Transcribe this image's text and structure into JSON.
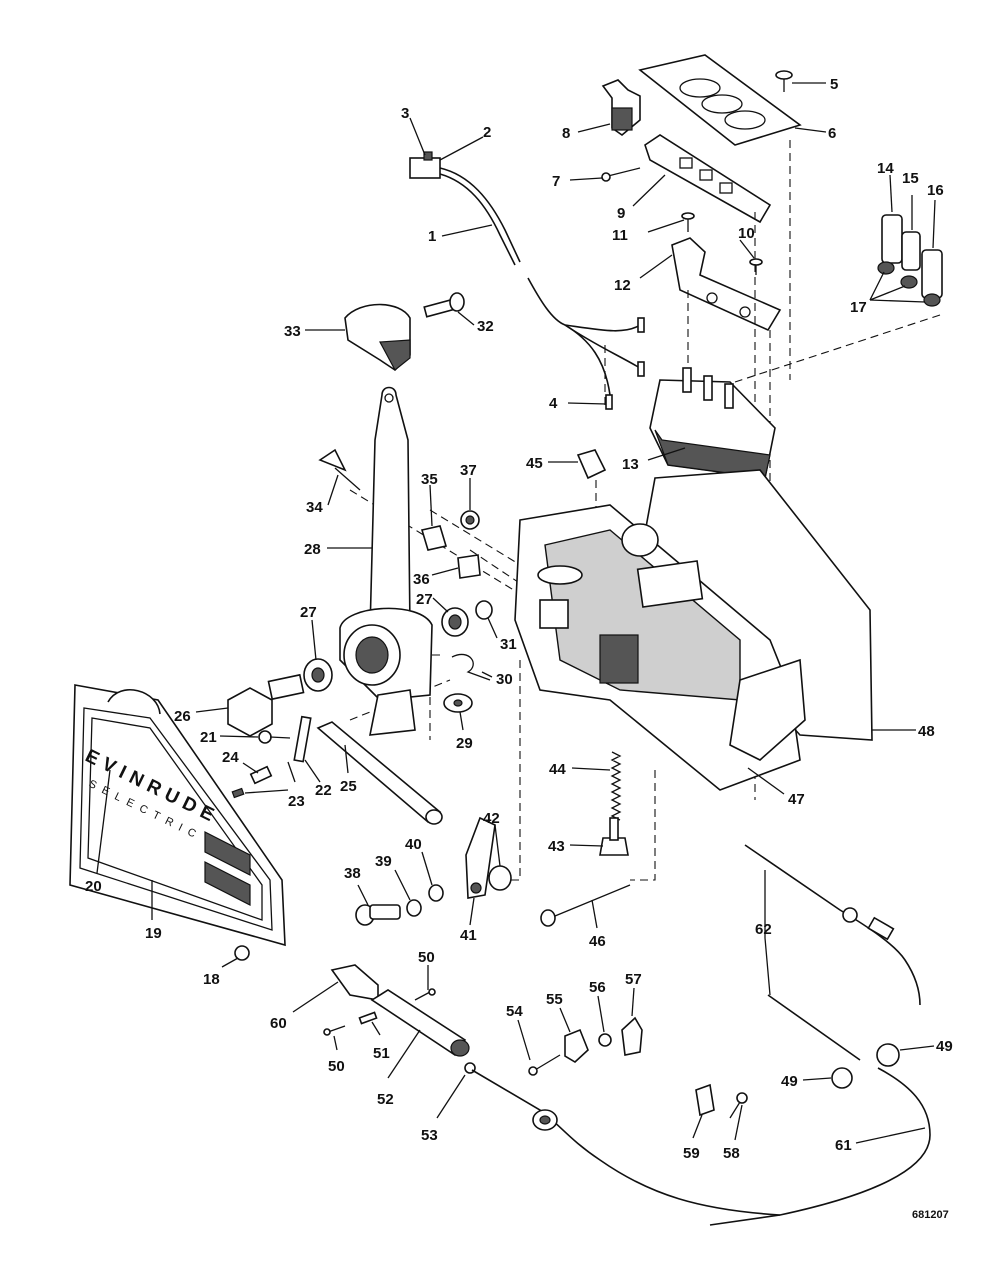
{
  "diagram": {
    "brand_text": "EVINRUDE",
    "brand_sub": "SELECTRIC",
    "reference_number": "681207",
    "callouts": [
      {
        "id": "1"
      },
      {
        "id": "2"
      },
      {
        "id": "3"
      },
      {
        "id": "4"
      },
      {
        "id": "5"
      },
      {
        "id": "6"
      },
      {
        "id": "7"
      },
      {
        "id": "8"
      },
      {
        "id": "9"
      },
      {
        "id": "10"
      },
      {
        "id": "11"
      },
      {
        "id": "12"
      },
      {
        "id": "13"
      },
      {
        "id": "14"
      },
      {
        "id": "15"
      },
      {
        "id": "16"
      },
      {
        "id": "17"
      },
      {
        "id": "18"
      },
      {
        "id": "19"
      },
      {
        "id": "20"
      },
      {
        "id": "21"
      },
      {
        "id": "22"
      },
      {
        "id": "23"
      },
      {
        "id": "24"
      },
      {
        "id": "25"
      },
      {
        "id": "26"
      },
      {
        "id": "27"
      },
      {
        "id": "27"
      },
      {
        "id": "28"
      },
      {
        "id": "29"
      },
      {
        "id": "30"
      },
      {
        "id": "31"
      },
      {
        "id": "32"
      },
      {
        "id": "33"
      },
      {
        "id": "34"
      },
      {
        "id": "35"
      },
      {
        "id": "36"
      },
      {
        "id": "37"
      },
      {
        "id": "38"
      },
      {
        "id": "39"
      },
      {
        "id": "40"
      },
      {
        "id": "41"
      },
      {
        "id": "42"
      },
      {
        "id": "43"
      },
      {
        "id": "44"
      },
      {
        "id": "45"
      },
      {
        "id": "46"
      },
      {
        "id": "47"
      },
      {
        "id": "48"
      },
      {
        "id": "49"
      },
      {
        "id": "49"
      },
      {
        "id": "50"
      },
      {
        "id": "50"
      },
      {
        "id": "51"
      },
      {
        "id": "52"
      },
      {
        "id": "53"
      },
      {
        "id": "54"
      },
      {
        "id": "55"
      },
      {
        "id": "56"
      },
      {
        "id": "57"
      },
      {
        "id": "58"
      },
      {
        "id": "59"
      },
      {
        "id": "60"
      },
      {
        "id": "61"
      },
      {
        "id": "62"
      }
    ]
  }
}
